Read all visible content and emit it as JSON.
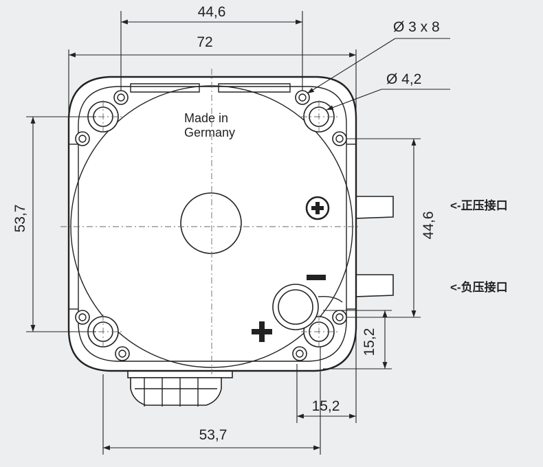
{
  "dimensions": {
    "top_hole_spacing": "44,6",
    "overall_width": "72",
    "left_height": "53,7",
    "right_port_spacing": "44,6",
    "bottom_right_vertical": "15,2",
    "bottom_right_horizontal": "15,2",
    "bottom_width": "53,7",
    "hole_small": "Ø 3 x 8",
    "hole_large": "Ø 4,2"
  },
  "body_text": {
    "line1": "Made in",
    "line2": "Germany"
  },
  "ports": {
    "positive": "<-正压接口",
    "negative": "<-负压接口"
  },
  "symbols": {
    "plus": "+",
    "minus": "−"
  },
  "colors": {
    "background": "#eceef0",
    "line": "#222222",
    "body": "#ffffff"
  }
}
